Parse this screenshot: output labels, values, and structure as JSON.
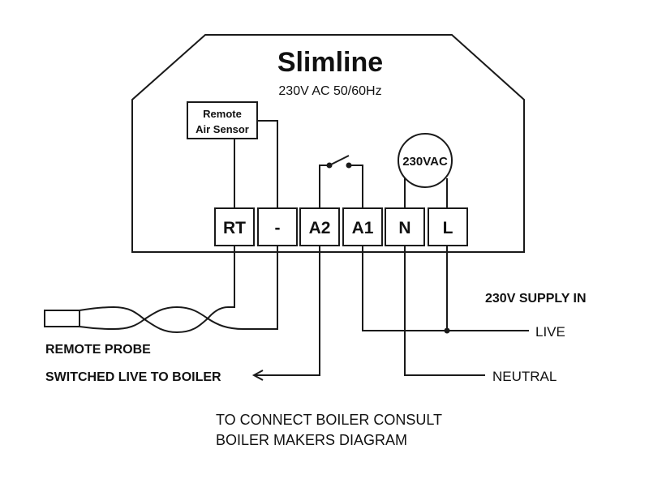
{
  "device": {
    "title": "Slimline",
    "rating": "230V AC 50/60Hz"
  },
  "sensor": {
    "line1": "Remote",
    "line2": "Air Sensor"
  },
  "terminals": [
    {
      "id": "rt",
      "label": "RT"
    },
    {
      "id": "minus",
      "label": "-"
    },
    {
      "id": "a2",
      "label": "A2"
    },
    {
      "id": "a1",
      "label": "A1"
    },
    {
      "id": "n",
      "label": "N"
    },
    {
      "id": "l",
      "label": "L"
    }
  ],
  "power_symbol": {
    "label": "230VAC"
  },
  "supply": {
    "heading": "230V SUPPLY IN",
    "live": "LIVE",
    "neutral": "NEUTRAL"
  },
  "probe": {
    "label": "REMOTE PROBE"
  },
  "boiler": {
    "label": "SWITCHED LIVE TO BOILER"
  },
  "note": {
    "line1": "TO CONNECT BOILER CONSULT",
    "line2": "BOILER MAKERS DIAGRAM"
  },
  "colors": {
    "line": "#1a1a1a",
    "background": "#ffffff"
  }
}
